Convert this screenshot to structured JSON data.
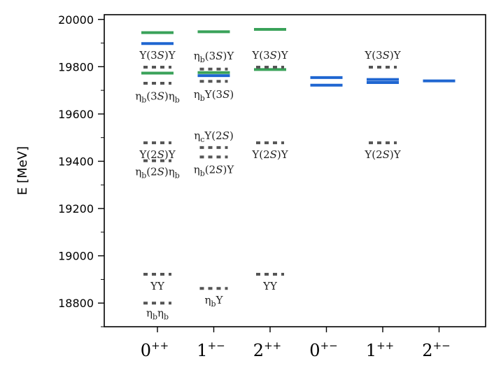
{
  "chart_data": {
    "type": "level-diagram",
    "title": "",
    "ylabel": "E [MeV]",
    "xlabel": "",
    "ylim": [
      18700,
      20020
    ],
    "yticks": [
      18800,
      19000,
      19200,
      19400,
      19600,
      19800,
      20000
    ],
    "categories": [
      {
        "base": "0",
        "sup": "++"
      },
      {
        "base": "1",
        "sup": "+−"
      },
      {
        "base": "2",
        "sup": "++"
      },
      {
        "base": "0",
        "sup": "+−"
      },
      {
        "base": "1",
        "sup": "++"
      },
      {
        "base": "2",
        "sup": "+−"
      }
    ],
    "colors": {
      "blue": "#1f66d1",
      "green": "#3aa25a",
      "threshold": "#555555"
    },
    "levels": [
      {
        "category": 0,
        "energy": 19944,
        "color": "green"
      },
      {
        "category": 0,
        "energy": 19898,
        "color": "blue"
      },
      {
        "category": 0,
        "energy": 19773,
        "color": "green"
      },
      {
        "category": 1,
        "energy": 19948,
        "color": "green"
      },
      {
        "category": 1,
        "energy": 19775,
        "color": "green"
      },
      {
        "category": 1,
        "energy": 19762,
        "color": "blue"
      },
      {
        "category": 2,
        "energy": 19958,
        "color": "green"
      },
      {
        "category": 2,
        "energy": 19788,
        "color": "green"
      },
      {
        "category": 3,
        "energy": 19754,
        "color": "blue"
      },
      {
        "category": 3,
        "energy": 19722,
        "color": "blue"
      },
      {
        "category": 4,
        "energy": 19746,
        "color": "blue"
      },
      {
        "category": 4,
        "energy": 19733,
        "color": "blue"
      },
      {
        "category": 5,
        "energy": 19740,
        "color": "blue"
      }
    ],
    "thresholds": [
      {
        "category": 0,
        "energy": 19798
      },
      {
        "category": 0,
        "energy": 19730
      },
      {
        "category": 0,
        "energy": 19478
      },
      {
        "category": 0,
        "energy": 19402
      },
      {
        "category": 0,
        "energy": 18922
      },
      {
        "category": 0,
        "energy": 18800
      },
      {
        "category": 1,
        "energy": 19790
      },
      {
        "category": 1,
        "energy": 19738
      },
      {
        "category": 1,
        "energy": 19458
      },
      {
        "category": 1,
        "energy": 19418
      },
      {
        "category": 1,
        "energy": 18862
      },
      {
        "category": 2,
        "energy": 19798
      },
      {
        "category": 2,
        "energy": 19478
      },
      {
        "category": 2,
        "energy": 18922
      },
      {
        "category": 4,
        "energy": 19798
      },
      {
        "category": 4,
        "energy": 19478
      }
    ],
    "annotations": [
      {
        "category": 0,
        "energy": 19848,
        "parts": [
          [
            "Υ",
            ""
          ],
          [
            "(3",
            "i"
          ],
          [
            "S",
            ""
          ],
          [
            ")Υ",
            ""
          ]
        ]
      },
      {
        "category": 0,
        "energy": 19675,
        "parts": [
          [
            "η",
            ""
          ],
          [
            "b",
            "sub"
          ],
          [
            "(3",
            "i"
          ],
          [
            "S",
            ""
          ],
          [
            ")η",
            ""
          ],
          [
            "b",
            "sub"
          ]
        ]
      },
      {
        "category": 0,
        "energy": 19428,
        "parts": [
          [
            "Υ",
            ""
          ],
          [
            "(2",
            "i"
          ],
          [
            "S",
            ""
          ],
          [
            ")Υ",
            ""
          ]
        ]
      },
      {
        "category": 0,
        "energy": 19355,
        "parts": [
          [
            "η",
            ""
          ],
          [
            "b",
            "sub"
          ],
          [
            "(2",
            "i"
          ],
          [
            "S",
            ""
          ],
          [
            ")η",
            ""
          ],
          [
            "b",
            "sub"
          ]
        ]
      },
      {
        "category": 0,
        "energy": 18872,
        "parts": [
          [
            "ΥΥ",
            ""
          ]
        ]
      },
      {
        "category": 0,
        "energy": 18757,
        "parts": [
          [
            "η",
            ""
          ],
          [
            "b",
            "sub"
          ],
          [
            "η",
            ""
          ],
          [
            "b",
            "sub"
          ]
        ]
      },
      {
        "category": 1,
        "energy": 19845,
        "parts": [
          [
            "η",
            ""
          ],
          [
            "b",
            "sub"
          ],
          [
            "(3",
            "i"
          ],
          [
            "S",
            ""
          ],
          [
            ")Υ",
            ""
          ]
        ]
      },
      {
        "category": 1,
        "energy": 19683,
        "parts": [
          [
            "η",
            ""
          ],
          [
            "b",
            "sub"
          ],
          [
            "Υ(3",
            "i"
          ],
          [
            "S",
            ""
          ],
          [
            ")",
            ""
          ]
        ]
      },
      {
        "category": 1,
        "energy": 19508,
        "parts": [
          [
            "η",
            ""
          ],
          [
            "c",
            "sub"
          ],
          [
            "Υ(2",
            "i"
          ],
          [
            "S",
            ""
          ],
          [
            ")",
            ""
          ]
        ]
      },
      {
        "category": 1,
        "energy": 19365,
        "parts": [
          [
            "η",
            ""
          ],
          [
            "b",
            "sub"
          ],
          [
            "(2",
            "i"
          ],
          [
            "S",
            ""
          ],
          [
            ")Υ",
            ""
          ]
        ]
      },
      {
        "category": 1,
        "energy": 18812,
        "parts": [
          [
            "η",
            ""
          ],
          [
            "b",
            "sub"
          ],
          [
            "Υ",
            ""
          ]
        ]
      },
      {
        "category": 2,
        "energy": 19848,
        "parts": [
          [
            "Υ",
            ""
          ],
          [
            "(3",
            "i"
          ],
          [
            "S",
            ""
          ],
          [
            ")Υ",
            ""
          ]
        ]
      },
      {
        "category": 2,
        "energy": 19428,
        "parts": [
          [
            "Υ",
            ""
          ],
          [
            "(2",
            "i"
          ],
          [
            "S",
            ""
          ],
          [
            ")Υ",
            ""
          ]
        ]
      },
      {
        "category": 2,
        "energy": 18872,
        "parts": [
          [
            "ΥΥ",
            ""
          ]
        ]
      },
      {
        "category": 4,
        "energy": 19848,
        "parts": [
          [
            "Υ",
            ""
          ],
          [
            "(3",
            "i"
          ],
          [
            "S",
            ""
          ],
          [
            ")Υ",
            ""
          ]
        ]
      },
      {
        "category": 4,
        "energy": 19428,
        "parts": [
          [
            "Υ",
            ""
          ],
          [
            "(2",
            "i"
          ],
          [
            "S",
            ""
          ],
          [
            ")Υ",
            ""
          ]
        ]
      }
    ]
  }
}
